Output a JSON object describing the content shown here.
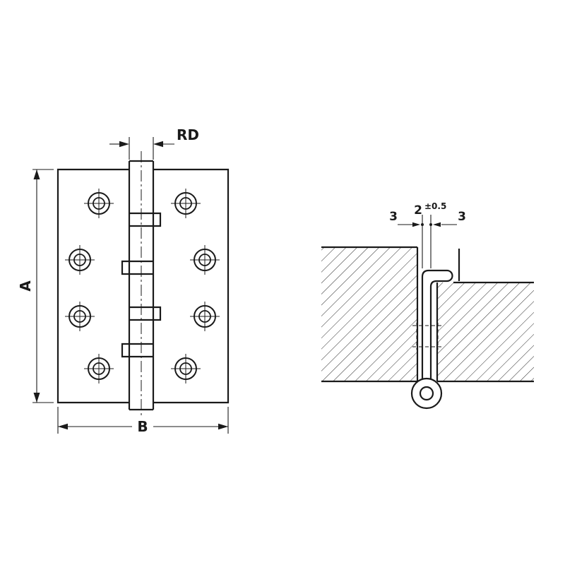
{
  "drawing": {
    "type": "technical-drawing",
    "subject": "door-hinge",
    "colors": {
      "line": "#1a1a1a",
      "background": "#ffffff"
    },
    "front_view": {
      "dim_height_label": "A",
      "dim_width_label": "B",
      "dim_knuckle_label": "RD",
      "screw_hole_count": 8
    },
    "section_view": {
      "dim_left_gap": "3",
      "dim_thickness_value": "2",
      "dim_thickness_tolerance": "±0.5",
      "dim_right_gap": "3"
    }
  }
}
